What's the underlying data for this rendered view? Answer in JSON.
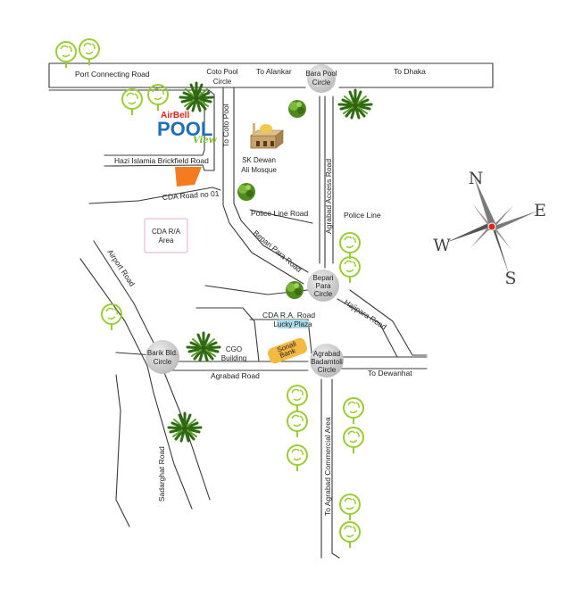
{
  "logo": {
    "line1": "AirBell",
    "line2": "POOL",
    "line3": "View",
    "colors": {
      "red": "#e2231a",
      "blue": "#1c6fb8",
      "green": "#7ab82a"
    }
  },
  "roads": {
    "port_connecting": "Port Connecting Road",
    "to_alankar": "To Alankar",
    "to_dhaka": "To Dhaka",
    "to_coto_pool": "To Coto Pool",
    "hazi_islamia": "Hazi Islamia Brickfield Road",
    "cda_road_01": "CDA Road no 01",
    "police_line_road": "Police Line Road",
    "police_line": "Police Line",
    "agrabad_access": "Agrabad Access Road",
    "bepari_para": "Bepari Para Road",
    "airport": "Airport Road",
    "hajipara": "Hajipara Road",
    "cda_ra": "CDA R.A. Road",
    "agrabad": "Agrabad Road",
    "to_dewanhat": "To Dewanhat",
    "sadarghat": "Sadarghat Road",
    "to_agrabad_commercial": "To Agrabad Commercial Area"
  },
  "circles": {
    "coto_pool": [
      "Coto Pool",
      "Circle"
    ],
    "bara_pool": [
      "Bara Pool",
      "Circle"
    ],
    "bepari_para": [
      "Bepari",
      "Para",
      "Circle"
    ],
    "agrabad_badamtoli": [
      "Agrabad",
      "Badamtoli",
      "Circle"
    ],
    "barik_bld": [
      "Barik Bld.",
      "Circle"
    ]
  },
  "places": {
    "mosque": [
      "SK Dewan",
      "Ali Mosque"
    ],
    "cda_ra_area": [
      "CDA R/A",
      "Area"
    ],
    "cgo": [
      "CGO",
      "Building"
    ],
    "lucky_plaza": "Lucky Plaza",
    "sonali_bank": [
      "Sonali",
      "Bank"
    ]
  },
  "compass": {
    "n": "N",
    "e": "E",
    "s": "S",
    "w": "W"
  },
  "colors": {
    "circle_fill": "#cfcfcf",
    "destination": "#f47b20",
    "lucky_plaza": "#a9dbe9",
    "sonali_bank": "#f4b942",
    "cda_box_border": "#e0aed0",
    "tree_green": "#9acd32",
    "compass_red": "#e2231a"
  }
}
